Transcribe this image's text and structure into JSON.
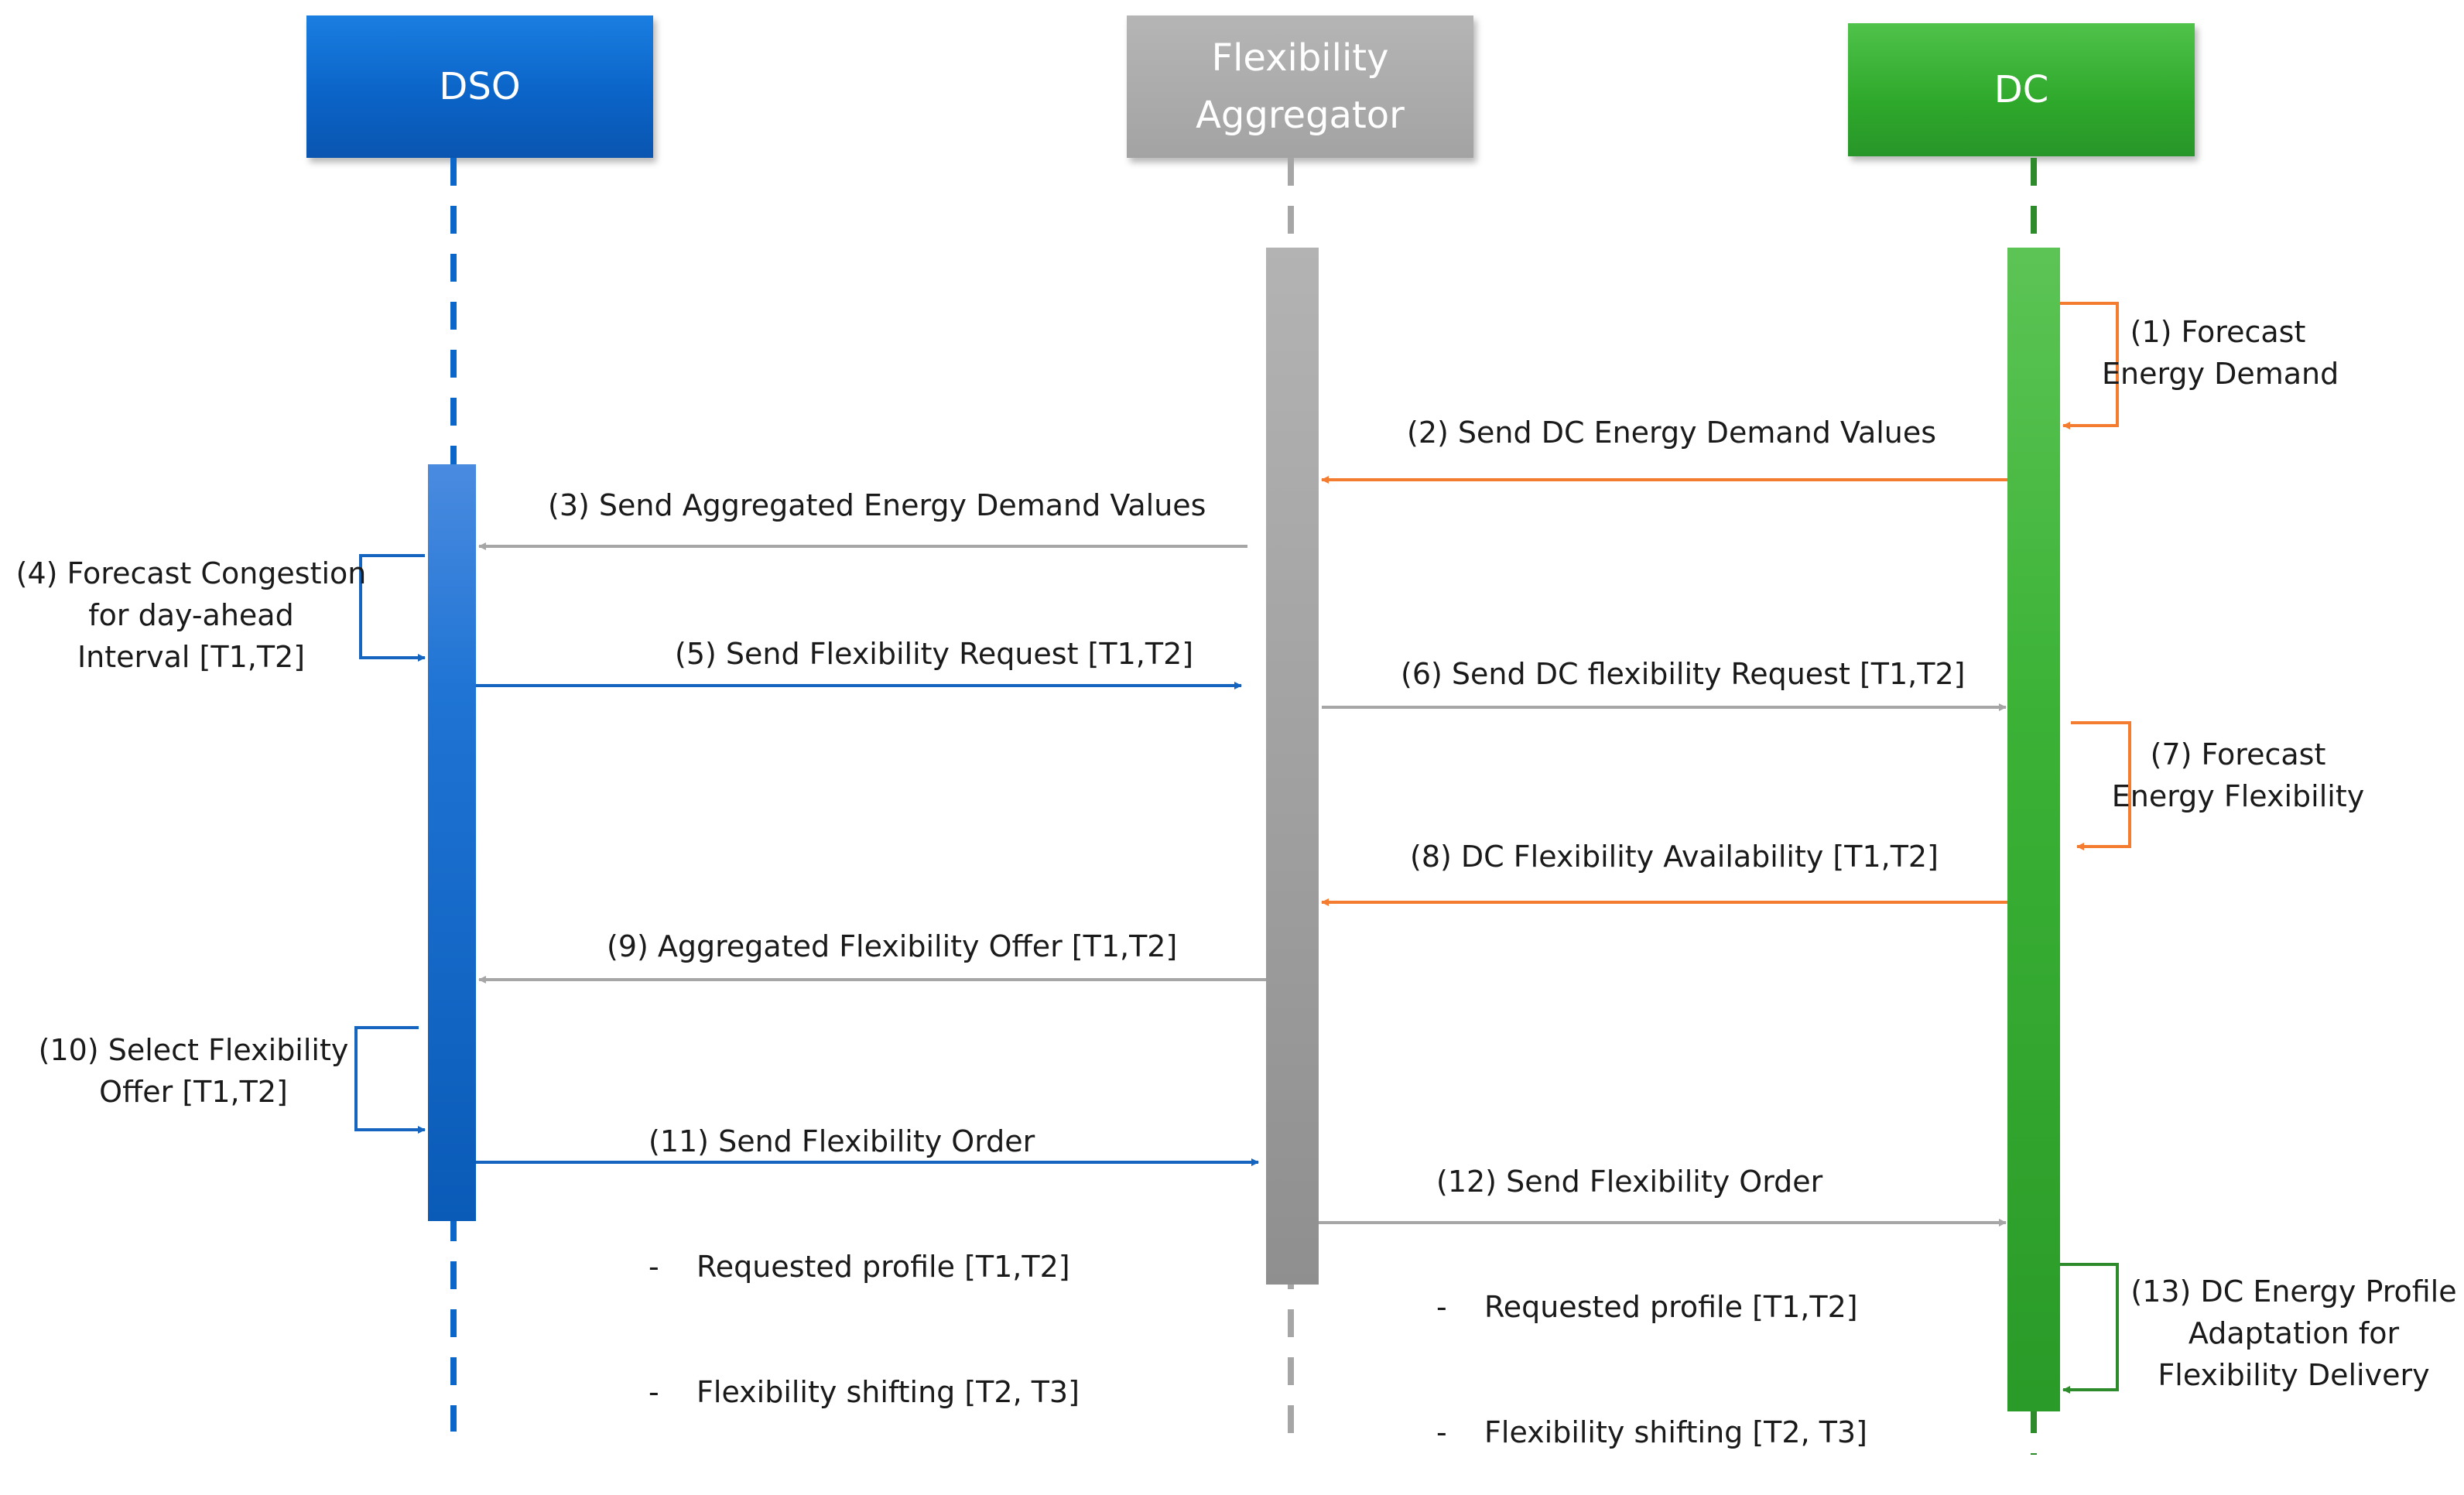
{
  "actors": {
    "dso": {
      "lines": [
        "DSO"
      ]
    },
    "aggregator": {
      "lines": [
        "Flexibility",
        "Aggregator"
      ]
    },
    "dc": {
      "lines": [
        "DC"
      ]
    }
  },
  "steps": {
    "s1": {
      "lines": [
        "(1) Forecast",
        "Energy Demand"
      ]
    },
    "s2": "(2) Send DC Energy Demand Values",
    "s3": "(3) Send Aggregated Energy Demand Values",
    "s4": {
      "lines": [
        "(4) Forecast Congestion",
        "for day-ahead",
        "Interval [T1,T2]"
      ]
    },
    "s5": "(5) Send Flexibility Request [T1,T2]",
    "s6": "(6) Send DC flexibility Request [T1,T2]",
    "s7": {
      "lines": [
        "(7) Forecast",
        "Energy Flexibility"
      ]
    },
    "s8": "(8) DC Flexibility Availability [T1,T2]",
    "s9": "(9) Aggregated Flexibility Offer [T1,T2]",
    "s10": {
      "lines": [
        "(10) Select Flexibility",
        "Offer [T1,T2]"
      ]
    },
    "s11": {
      "lines": [
        "(11) Send Flexibility Order",
        "-    Requested profile [T1,T2]",
        "-    Flexibility shifting [T2, T3]"
      ]
    },
    "s12": {
      "lines": [
        "(12) Send Flexibility Order",
        "-    Requested profile [T1,T2]",
        "-    Flexibility shifting [T2, T3]"
      ]
    },
    "s13": {
      "lines": [
        "(13) DC Energy Profile",
        "Adaptation for",
        "Flexibility Delivery"
      ]
    }
  },
  "colors": {
    "dso_blue": "#0b66c9",
    "aggregator_gray": "#a6a6a6",
    "dc_green": "#33b02d",
    "orange_arrow": "#f47c30",
    "gray_arrow": "#a6a6a6",
    "blue_arrow": "#1565c0",
    "green_arrow": "#2e8b2b"
  }
}
